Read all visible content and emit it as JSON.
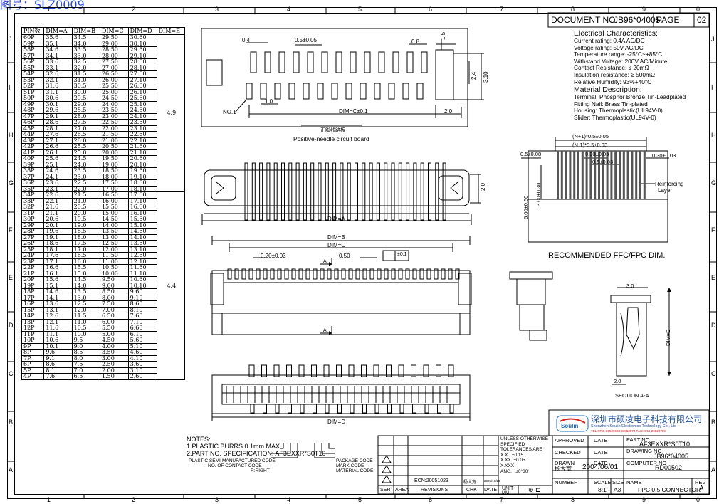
{
  "header": {
    "title": "图号：SLZ0009"
  },
  "frame": {
    "col_numbers": [
      "1",
      "2",
      "3",
      "4",
      "5",
      "6",
      "7",
      "8",
      "9",
      "0"
    ],
    "row_letters": [
      "J",
      "I",
      "H",
      "G",
      "F",
      "E",
      "D",
      "C",
      "B",
      "A"
    ]
  },
  "doc_box": {
    "doc_label": "DOCUMENT NO.",
    "doc_no": "JB96*04005",
    "page_label": "PAGE",
    "page_no": "02"
  },
  "electrical": {
    "heading": "Electrical Characteristics:",
    "lines": [
      "Current rating: 0.4A AC/DC",
      "Voltage rating: 50V   AC/DC",
      "Temperature range: -25°C~+85°C",
      "Withstand Voltage: 200V AC/Minute",
      "Contact Resistance: ≤ 20mΩ",
      "Insulation resistance: ≥ 500mΩ",
      "Relative Humidity: 93%+40°C"
    ]
  },
  "material": {
    "heading": "Material Description:",
    "lines": [
      "Terminal: Phosphor Bronze Tin-Leadplated",
      "Fitting Nail: Brass Tin-plated",
      "Housing: Thermoplastic(UL94V-0)",
      "Slider: Thermoplastic(UL94V-0)"
    ]
  },
  "table": {
    "headers": [
      "PIN数",
      "DIM=A",
      "DIM=B",
      "DIM=C",
      "DIM=D",
      "DIM=E"
    ],
    "rows": [
      [
        "60P",
        "35.6",
        "34.5",
        "29.50",
        "30.60"
      ],
      [
        "59P",
        "35.1",
        "34.0",
        "29.00",
        "30.10"
      ],
      [
        "58P",
        "34.6",
        "33.5",
        "28.50",
        "29.60"
      ],
      [
        "57P",
        "34.1",
        "33.0",
        "28.00",
        "29.10"
      ],
      [
        "56P",
        "33.6",
        "32.5",
        "27.50",
        "28.60"
      ],
      [
        "55P",
        "33.1",
        "32.0",
        "27.00",
        "28.10"
      ],
      [
        "54P",
        "32.6",
        "31.5",
        "26.50",
        "27.60"
      ],
      [
        "53P",
        "32.1",
        "31.0",
        "26.00",
        "27.10"
      ],
      [
        "52P",
        "31.6",
        "30.5",
        "25.50",
        "26.60"
      ],
      [
        "51P",
        "31.1",
        "30.0",
        "25.00",
        "26.10"
      ],
      [
        "50P",
        "30.6",
        "29.5",
        "24.50",
        "25.60"
      ],
      [
        "49P",
        "30.1",
        "29.0",
        "24.00",
        "25.10"
      ],
      [
        "48P",
        "29.6",
        "28.5",
        "23.50",
        "24.60"
      ],
      [
        "47P",
        "29.1",
        "28.0",
        "23.00",
        "24.10"
      ],
      [
        "46P",
        "28.6",
        "27.5",
        "22.50",
        "23.60"
      ],
      [
        "45P",
        "28.1",
        "27.0",
        "22.00",
        "23.10"
      ],
      [
        "44P",
        "27.6",
        "26.5",
        "21.50",
        "22.60"
      ],
      [
        "43P",
        "27.1",
        "26.0",
        "21.00",
        "22.10"
      ],
      [
        "42P",
        "26.6",
        "25.5",
        "20.50",
        "21.60"
      ],
      [
        "41P",
        "26.1",
        "25.0",
        "20.00",
        "21.10"
      ],
      [
        "40P",
        "25.6",
        "24.5",
        "19.50",
        "20.60"
      ],
      [
        "39P",
        "25.1",
        "24.0",
        "19.00",
        "20.10"
      ],
      [
        "38P",
        "24.6",
        "23.5",
        "18.50",
        "19.60"
      ],
      [
        "37P",
        "24.1",
        "23.0",
        "18.00",
        "19.10"
      ],
      [
        "36P",
        "23.6",
        "22.5",
        "17.50",
        "18.60"
      ],
      [
        "35P",
        "23.1",
        "22.0",
        "17.00",
        "18.10"
      ],
      [
        "34P",
        "22.6",
        "21.5",
        "16.50",
        "17.60"
      ],
      [
        "33P",
        "22.1",
        "21.0",
        "16.00",
        "17.10"
      ],
      [
        "32P",
        "21.6",
        "20.5",
        "15.50",
        "16.60"
      ],
      [
        "31P",
        "21.1",
        "20.0",
        "15.00",
        "16.10"
      ],
      [
        "30P",
        "20.6",
        "19.5",
        "14.50",
        "15.60"
      ],
      [
        "29P",
        "20.1",
        "19.0",
        "14.00",
        "15.10"
      ],
      [
        "28P",
        "19.6",
        "18.5",
        "13.50",
        "14.60"
      ],
      [
        "27P",
        "19.1",
        "18.0",
        "13.00",
        "14.10"
      ],
      [
        "26P",
        "18.6",
        "17.5",
        "12.50",
        "13.60"
      ],
      [
        "25P",
        "18.1",
        "17.0",
        "12.00",
        "13.10"
      ],
      [
        "24P",
        "17.6",
        "16.5",
        "11.50",
        "12.60"
      ],
      [
        "23P",
        "17.1",
        "16.0",
        "11.00",
        "12.10"
      ],
      [
        "22P",
        "16.6",
        "15.5",
        "10.50",
        "11.60"
      ],
      [
        "21P",
        "16.1",
        "15.0",
        "10.00",
        "11.10"
      ],
      [
        "20P",
        "15.6",
        "14.5",
        "9.50",
        "10.60"
      ],
      [
        "19P",
        "15.1",
        "14.0",
        "9.00",
        "10.10"
      ],
      [
        "18P",
        "14.6",
        "13.5",
        "8.50",
        "9.60"
      ],
      [
        "17P",
        "14.1",
        "13.0",
        "8.00",
        "9.10"
      ],
      [
        "16P",
        "13.6",
        "12.5",
        "7.50",
        "8.60"
      ],
      [
        "15P",
        "13.1",
        "12.0",
        "7.00",
        "8.10"
      ],
      [
        "14P",
        "12.6",
        "11.5",
        "6.50",
        "7.60"
      ],
      [
        "13P",
        "12.1",
        "11.0",
        "6.00",
        "7.10"
      ],
      [
        "12P",
        "11.6",
        "10.5",
        "5.50",
        "6.60"
      ],
      [
        "11P",
        "11.1",
        "10.0",
        "5.00",
        "6.10"
      ],
      [
        "10P",
        "10.6",
        "9.5",
        "4.50",
        "5.60"
      ],
      [
        "9P",
        "10.1",
        "9.0",
        "4.00",
        "5.10"
      ],
      [
        "8P",
        "9.6",
        "8.5",
        "3.50",
        "4.60"
      ],
      [
        "7P",
        "9.1",
        "8.0",
        "3.00",
        "4.10"
      ],
      [
        "6P",
        "8.6",
        "7.5",
        "2.50",
        "3.60"
      ],
      [
        "5P",
        "8.1",
        "7.0",
        "2.00",
        "3.10"
      ],
      [
        "4P",
        "7.6",
        "6.5",
        "1.50",
        "2.60"
      ]
    ],
    "dim_e_groups": [
      {
        "value": "4.9",
        "span": 26
      },
      {
        "value": "4.4",
        "span": 31
      }
    ]
  },
  "pcb": {
    "dim_04": "0.4",
    "dim_pitch": "0.5±0.05",
    "dim_08": "0.8",
    "dim_15": "1.5",
    "dim_24": "2.4",
    "dim_310": "3.10",
    "no1": "NO.1",
    "dim_10": "1.0",
    "dim_c": "DIM=C±0.1",
    "dim_20": "2.0",
    "cn_caption": "正脚线路板",
    "caption": "Positive-needle circuit board"
  },
  "top_view": {
    "dim_20": "2.0",
    "dim_a": "DIM=A"
  },
  "front_view": {
    "dim_b": "DIM=B",
    "dim_c": "DIM=C",
    "dim_pitch": "0.20±0.03",
    "dim_050": "0.50",
    "tol": "±0.1",
    "mark_a": "A"
  },
  "bottom_view": {
    "dim_d": "DIM=D"
  },
  "ffc": {
    "dim_n1": "(N+1)*0.5±0.05",
    "dim_nm1": "(N-1)*0.5±0.03",
    "dim_05": "0.5±0.08",
    "dim_030a": "0.30±0.03",
    "dim_050": "0.5±0.03",
    "dim_030b": "0.30±0.03",
    "reinforcing": "Reinforcing",
    "layer": "Layer",
    "dim_600": "6.00±0.50",
    "dim_300": "3.00±0.30",
    "caption": "RECOMMENDED FFC/FPC DIM."
  },
  "section": {
    "dim_30": "3.0",
    "dim_e": "DIM=E",
    "dim_20": "2.0",
    "caption": "SECTION A-A"
  },
  "notes": {
    "title": "NOTES:",
    "n1": "1.PLASTIC BURRS 0.1mm MAX",
    "n2": "2.PART NO. SPECIFICATION: AF3EXXR*S0T10",
    "l1": "PLASTIC SEMI-MANUFACTURED CODE",
    "l2": "NO. OF CONTACT CODE",
    "l3": "R:RIGHT",
    "r1": "PACKAGE CODE",
    "r2": "MARK CODE",
    "r3": "MATERIAL CODE"
  },
  "revision": {
    "ecn": "ECN:20051023",
    "person": "杨大宽",
    "date": "2005/10/23",
    "headers": [
      "SER",
      "AREA",
      "REVISIONS",
      "CHK",
      "DATE"
    ]
  },
  "tolerance": {
    "l1": "UNLESS OTHERWISE",
    "l2": "SPECIFIED",
    "l3": "TOLERANCES ARE",
    "x1": "X.X",
    "v1": "±0.15",
    "x2": "X.XX",
    "v2": "±0.05",
    "x3": "X.XXX",
    "v3": "",
    "x4": "ANG.",
    "v4": "±0°30'",
    "unit": "UNIT",
    "mm": "MM"
  },
  "titleblock": {
    "approved": "APPROVED",
    "date1": "DATE",
    "partno_label": "PART NO",
    "partno": "AF3EXXR*S0T10",
    "checked": "CHECKED",
    "date2": "DATE",
    "drawingno_label": "DRAWING NO",
    "drawingno": "JB96*04005",
    "drawn": "DRAWN",
    "date3": "DATE",
    "computer_label": "COMPUTER NO",
    "drawer": "杨大宽",
    "drawn_date": "2004/06/01",
    "computer_no": "RD00502",
    "number": "NUMBER",
    "scale_label": "SCALE",
    "size_label": "SIZE",
    "name_label": "NAME",
    "rev_label": "REV",
    "scale": "8:1",
    "size": "A3",
    "name": "FPC 0.5 CONNECTOR",
    "rev": "A"
  },
  "company": {
    "logo": "Soulin",
    "cn_name": "深圳市硕凌电子科技有限公司",
    "en_name": "Shenzhen Soulin Electronics Technology Co., Ltd",
    "contact": "TEL:0755-29520698  33853672    FAX:0755-29520788",
    "accent": "#1f6fc4",
    "red": "#d0201a"
  }
}
